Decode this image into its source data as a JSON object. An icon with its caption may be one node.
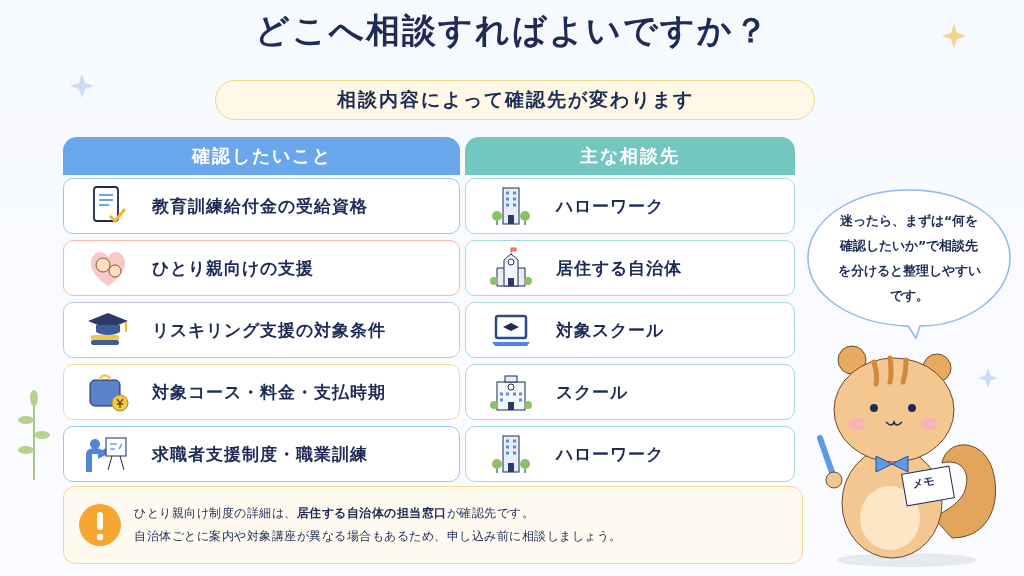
{
  "diagram": {
    "title": "どこへ相談すればよいですか？",
    "nodes": [
      {
        "text": [
          "確認したいこと"
        ]
      },
      {
        "text": [
          "教育訓練給付金の受給資格"
        ]
      },
      {
        "text": [
          "ひとり親向けの支援"
        ]
      },
      {
        "text": [
          "リスキリング支援の対象条件"
        ]
      },
      {
        "text": [
          "対象コース・料金・支払時期"
        ]
      },
      {
        "text": [
          "求職者支援制度・職業訓練"
        ]
      },
      {
        "text": [
          "主な相談先"
        ]
      },
      {
        "text": [
          "ハローワーク"
        ]
      },
      {
        "text": [
          "居住する自治体"
        ]
      },
      {
        "text": [
          "対象スクール"
        ]
      },
      {
        "text": [
          "スクール"
        ]
      },
      {
        "text": [
          "ハローワーク"
        ]
      },
      {
        "text": [
          "相談内容によって確認先が変わります"
        ]
      },
      {
        "text": [
          "迷ったら、まずは“何を確認したいか”で相談先を分けると整理しやすいです。"
        ]
      },
      {
        "text": [
          "ひとり親向け制度の詳細は、**居住する自治体の担当窓口**が確認先です。",
          "自治体ごとに案内や対象講座が異なる場合もあるため、申し込み前に相談しましょう。"
        ]
      }
    ],
    "labels": [
      "メモ"
    ]
  }
}
